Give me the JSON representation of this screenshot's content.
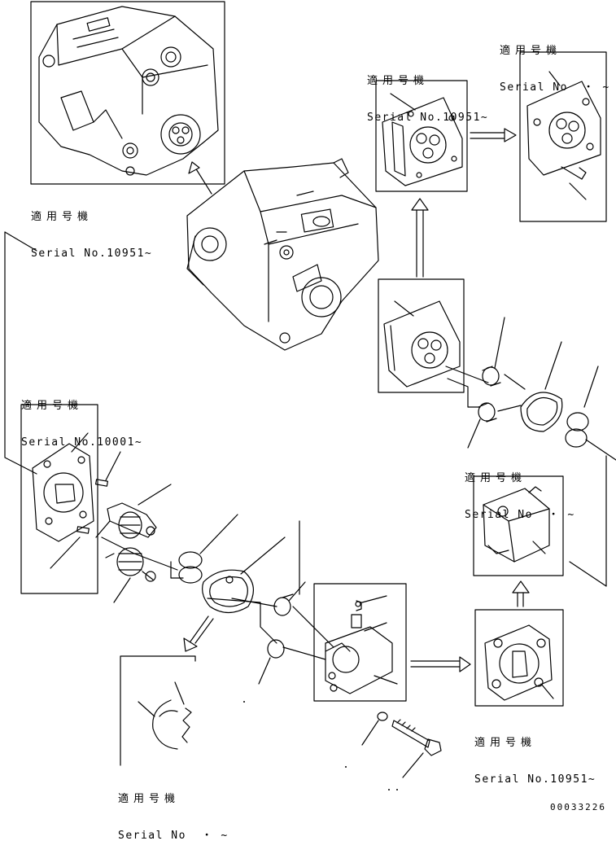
{
  "labels": [
    {
      "jp": "適用号機",
      "serial": "Serial No.10951~"
    },
    {
      "jp": "適用号機",
      "serial": "Serial No.10951~"
    },
    {
      "jp": "適用号機",
      "serial": "Serial No  ・ ~"
    },
    {
      "jp": "適用号機",
      "serial": "Serial No.10001~"
    },
    {
      "jp": "適用号機",
      "serial": "Serial No  ・ ~"
    },
    {
      "jp": "適用号機",
      "serial": "Serial No.10951~"
    },
    {
      "jp": "適用号機",
      "serial": "Serial No  ・ ~"
    }
  ],
  "doc_number": "00033226"
}
